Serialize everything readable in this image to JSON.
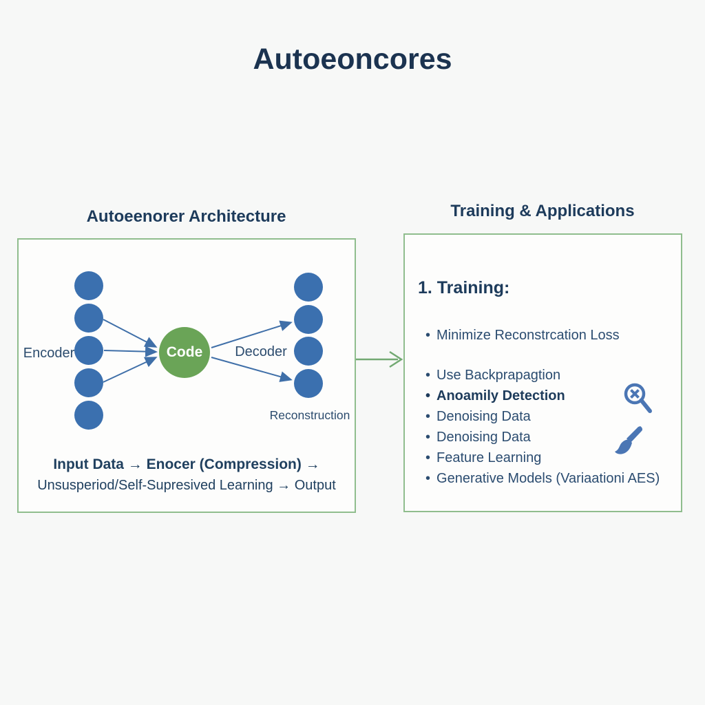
{
  "title": "Autoeoncores",
  "architecture_panel": {
    "header": "Autoeenorer Architecture",
    "encoder_label": "Encoder",
    "code_label": "Code",
    "decoder_label": "Decoder",
    "reconstruction_label": "Reconstruction",
    "caption_line1": "Input Data → Enocer (Compression) →",
    "caption_line2": "Unsusperiod/Self-Supresived Learning → Output",
    "encoder_node_count": "5",
    "decoder_node_count": "4"
  },
  "training_panel": {
    "header": "Training & Applications",
    "section_title": "1. Training:",
    "items": [
      {
        "label": "Minimize Reconstrcation Loss",
        "bold": false
      },
      {
        "label": "Use Backprapagtion",
        "bold": false
      },
      {
        "label": "Anoamily Detection",
        "bold": true
      },
      {
        "label": "Denoising Data",
        "bold": false
      },
      {
        "label": "Denoising Data",
        "bold": false
      },
      {
        "label": "Feature Learning",
        "bold": false
      },
      {
        "label": "Generative Models (Variaationi AES)",
        "bold": false
      }
    ],
    "icons": [
      {
        "name": "search-x-icon"
      },
      {
        "name": "paintbrush-icon"
      }
    ]
  },
  "colors": {
    "background": "#f7f8f7",
    "panel_border": "#8fbd8d",
    "node_blue": "#3b70af",
    "code_green": "#6aa457",
    "arrow_blue": "#3f6fa8",
    "connector_green": "#72a972",
    "icon_blue": "#4b76b4",
    "text_navy": "#1e3c5c"
  }
}
